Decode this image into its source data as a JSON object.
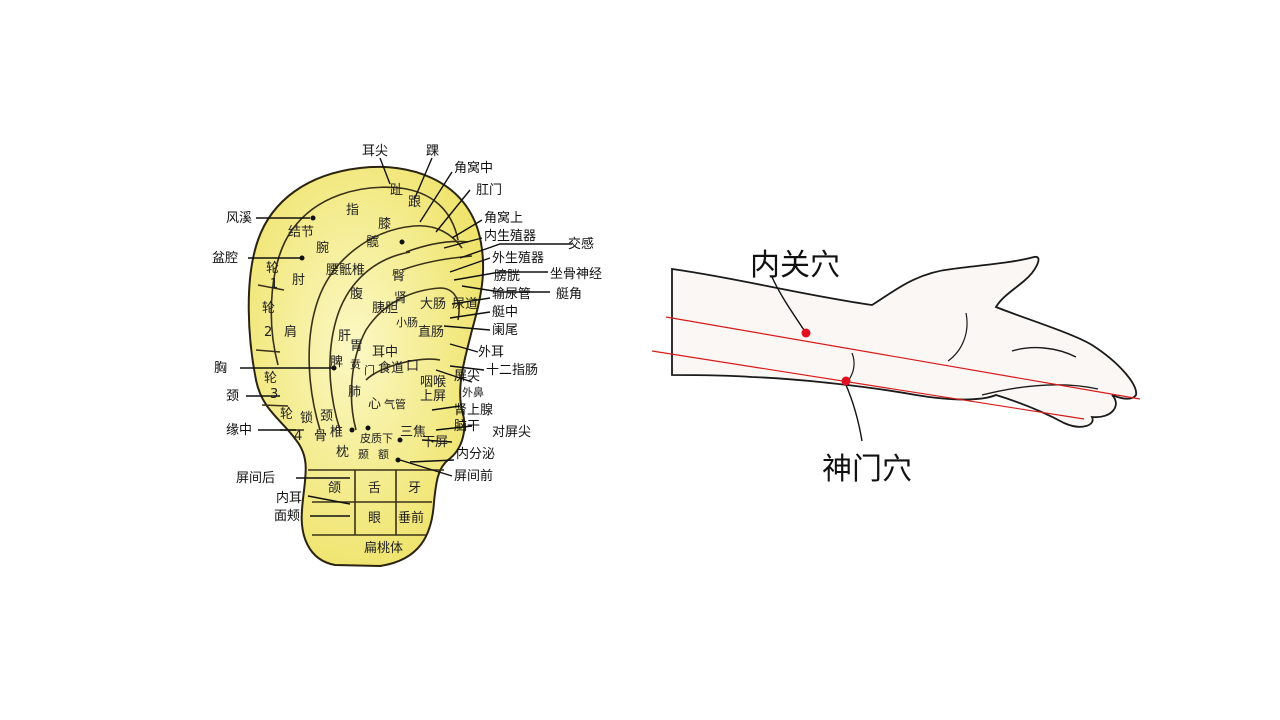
{
  "ear": {
    "outer": [
      "耳尖",
      "踝",
      "角窝中",
      "肛门",
      "角窝上",
      "内生殖器",
      "交感",
      "外生殖器",
      "膀胱",
      "坐骨神经",
      "输尿管",
      "艇角",
      "艇中",
      "阑尾",
      "外耳",
      "十二指肠",
      "屏尖",
      "外鼻",
      "肾上腺",
      "脑干",
      "对屏尖",
      "内分泌",
      "屏间前",
      "风溪",
      "盆腔",
      "胸",
      "颈",
      "缘中",
      "屏间后",
      "内耳",
      "面颊"
    ],
    "inner": [
      "趾",
      "跟",
      "指",
      "膝",
      "结节",
      "髋",
      "腕",
      "轮",
      "1",
      "肘",
      "腰骶椎",
      "臀",
      "腹",
      "胰胆",
      "肾",
      "大肠",
      "尿道",
      "轮",
      "2",
      "肩",
      "肝",
      "小肠",
      "直肠",
      "胃",
      "耳中",
      "贲",
      "门",
      "食道",
      "口",
      "脾",
      "咽喉",
      "上屏",
      "轮",
      "3",
      "肺",
      "心",
      "气管",
      "锁",
      "颈",
      "轮",
      "4",
      "骨",
      "椎",
      "三焦",
      "枕",
      "皮质下",
      "颞",
      "额",
      "下屏",
      "颌",
      "舌",
      "牙",
      "眼",
      "垂前",
      "扁桃体"
    ]
  },
  "wrist": {
    "neiguan_label": "内关穴",
    "shenmen_label": "神门穴"
  },
  "colors": {
    "ear_fill": "#f4ef8c",
    "ear_glow": "#fbf8c4",
    "acupoint": "#e01020",
    "meridian": "#d81a1a"
  }
}
